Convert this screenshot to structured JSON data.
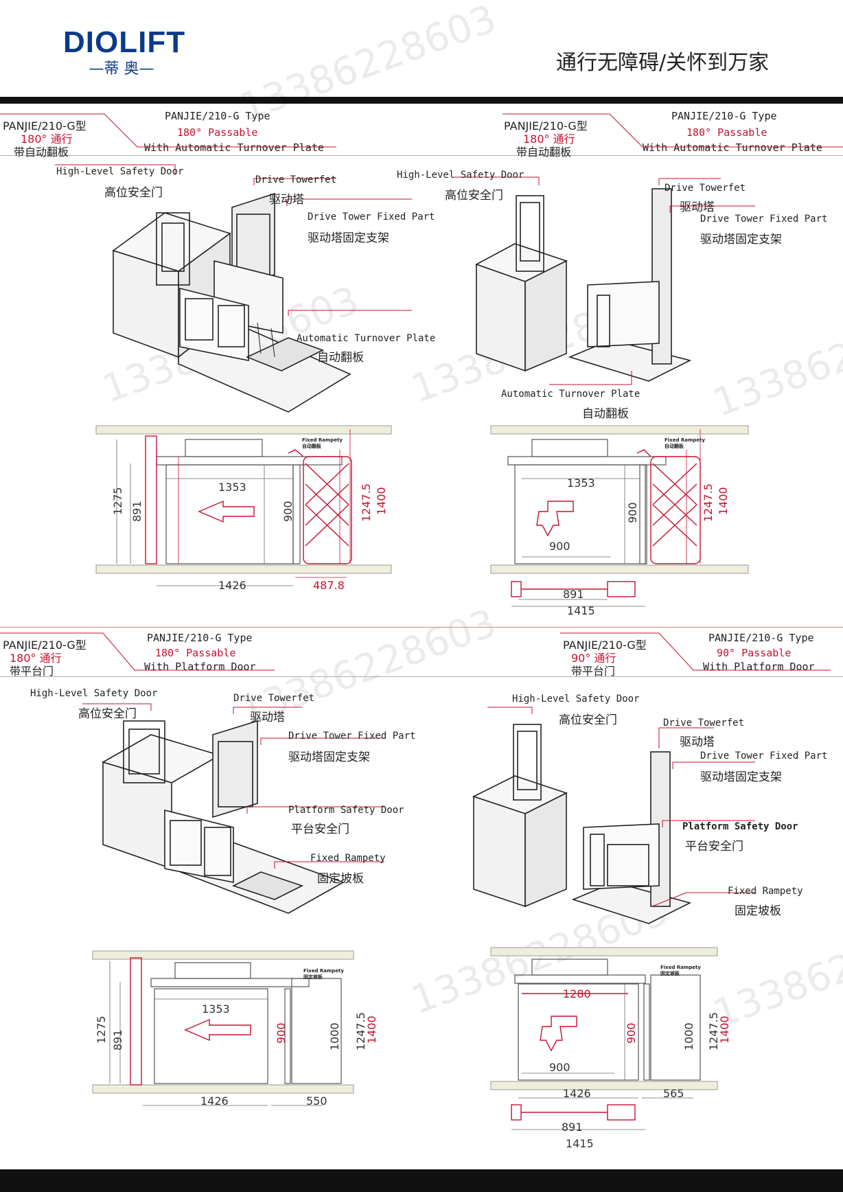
{
  "header": {
    "logo_word": "DIOLIFT",
    "logo_cn": "—蒂 奥—",
    "slogan": "通行无障碍/关怀到万家"
  },
  "watermark": "13386228603",
  "panels": [
    {
      "id": "p1",
      "type_cn": "PANJIE/210-G型",
      "pass_cn": "180° 通行",
      "feature_cn": "带自动翻板",
      "type_en": "PANJIE/210-G Type",
      "pass_en": "180° Passable",
      "feature_en": "With Automatic Turnover Plate",
      "labels": [
        {
          "en": "High-Level Safety Door",
          "cn": "高位安全门"
        },
        {
          "en": "Drive Towerfet",
          "cn": "驱动塔"
        },
        {
          "en": "Drive Tower Fixed Part",
          "cn": "驱动塔固定支架"
        },
        {
          "en": "Automatic Turnover Plate",
          "cn": "自动翻板"
        }
      ],
      "plan": {
        "fixed_label": "Fixed Rampety",
        "fixed_label_cn": "自动翻板",
        "dims": [
          "1353",
          "900",
          "1275",
          "891",
          "1247.5",
          "1400",
          "1426",
          "487.8"
        ]
      }
    },
    {
      "id": "p2",
      "type_cn": "PANJIE/210-G型",
      "pass_cn": "180° 通行",
      "feature_cn": "带自动翻板",
      "type_en": "PANJIE/210-G Type",
      "pass_en": "180° Passable",
      "feature_en": "With Automatic Turnover Plate",
      "labels": [
        {
          "en": "High-Level Safety Door",
          "cn": "高位安全门"
        },
        {
          "en": "Drive Towerfet",
          "cn": "驱动塔"
        },
        {
          "en": "Drive Tower Fixed Part",
          "cn": "驱动塔固定支架"
        },
        {
          "en": "Automatic Turnover Plate",
          "cn": "自动翻板"
        }
      ],
      "plan": {
        "fixed_label": "Fixed Rampety",
        "fixed_label_cn": "自动翻板",
        "dims": [
          "1353",
          "900",
          "900",
          "1247.5",
          "1400",
          "891",
          "1415"
        ]
      }
    },
    {
      "id": "p3",
      "type_cn": "PANJIE/210-G型",
      "pass_cn": "180° 通行",
      "feature_cn": "带平台门",
      "type_en": "PANJIE/210-G Type",
      "pass_en": "180° Passable",
      "feature_en": "With Platform Door",
      "labels": [
        {
          "en": "High-Level Safety Door",
          "cn": "高位安全门"
        },
        {
          "en": "Drive Towerfet",
          "cn": "驱动塔"
        },
        {
          "en": "Drive Tower Fixed Part",
          "cn": "驱动塔固定支架"
        },
        {
          "en": "Platform Safety Door",
          "cn": "平台安全门"
        },
        {
          "en": "Fixed Rampety",
          "cn": "固定坡板"
        }
      ],
      "plan": {
        "fixed_label": "Fixed Rampety",
        "fixed_label_cn": "固定坡板",
        "dims": [
          "1353",
          "900",
          "1275",
          "891",
          "1000",
          "1247.5",
          "1400",
          "1426",
          "550"
        ]
      }
    },
    {
      "id": "p4",
      "type_cn": "PANJIE/210-G型",
      "pass_cn": "90° 通行",
      "feature_cn": "带平台门",
      "type_en": "PANJIE/210-G Type",
      "pass_en": "90° Passable",
      "feature_en": "With Platform Door",
      "labels": [
        {
          "en": "High-Level Safety Door",
          "cn": "高位安全门"
        },
        {
          "en": "Drive Towerfet",
          "cn": "驱动塔"
        },
        {
          "en": "Drive Tower Fixed Part",
          "cn": "驱动塔固定支架"
        },
        {
          "en": "Platform Safety Door",
          "cn": "平台安全门"
        },
        {
          "en": "Fixed Rampety",
          "cn": "固定坡板"
        }
      ],
      "plan": {
        "fixed_label": "Fixed Rampety",
        "fixed_label_cn": "固定坡板",
        "dims": [
          "1280",
          "900",
          "900",
          "1000",
          "1247.5",
          "1400",
          "1426",
          "565",
          "891",
          "1415"
        ]
      }
    }
  ]
}
